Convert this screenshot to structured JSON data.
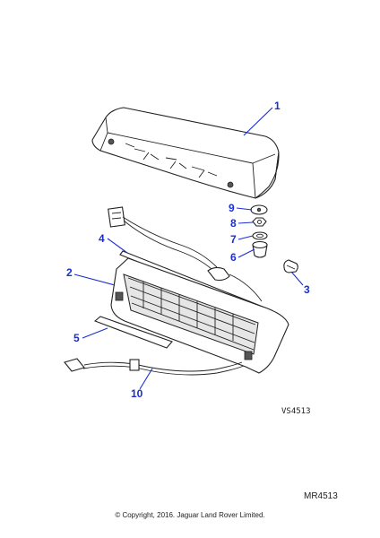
{
  "diagram": {
    "callouts": [
      {
        "id": "1",
        "label": "1"
      },
      {
        "id": "2",
        "label": "2"
      },
      {
        "id": "3",
        "label": "3"
      },
      {
        "id": "4",
        "label": "4"
      },
      {
        "id": "5",
        "label": "5"
      },
      {
        "id": "6",
        "label": "6"
      },
      {
        "id": "7",
        "label": "7"
      },
      {
        "id": "8",
        "label": "8"
      },
      {
        "id": "9",
        "label": "9"
      },
      {
        "id": "10",
        "label": "10"
      }
    ],
    "view_code": "VS4513",
    "reference": "MR4513",
    "copyright": "© Copyright, 2016. Jaguar Land Rover Limited.",
    "callout_color": "#1a2fd0"
  }
}
